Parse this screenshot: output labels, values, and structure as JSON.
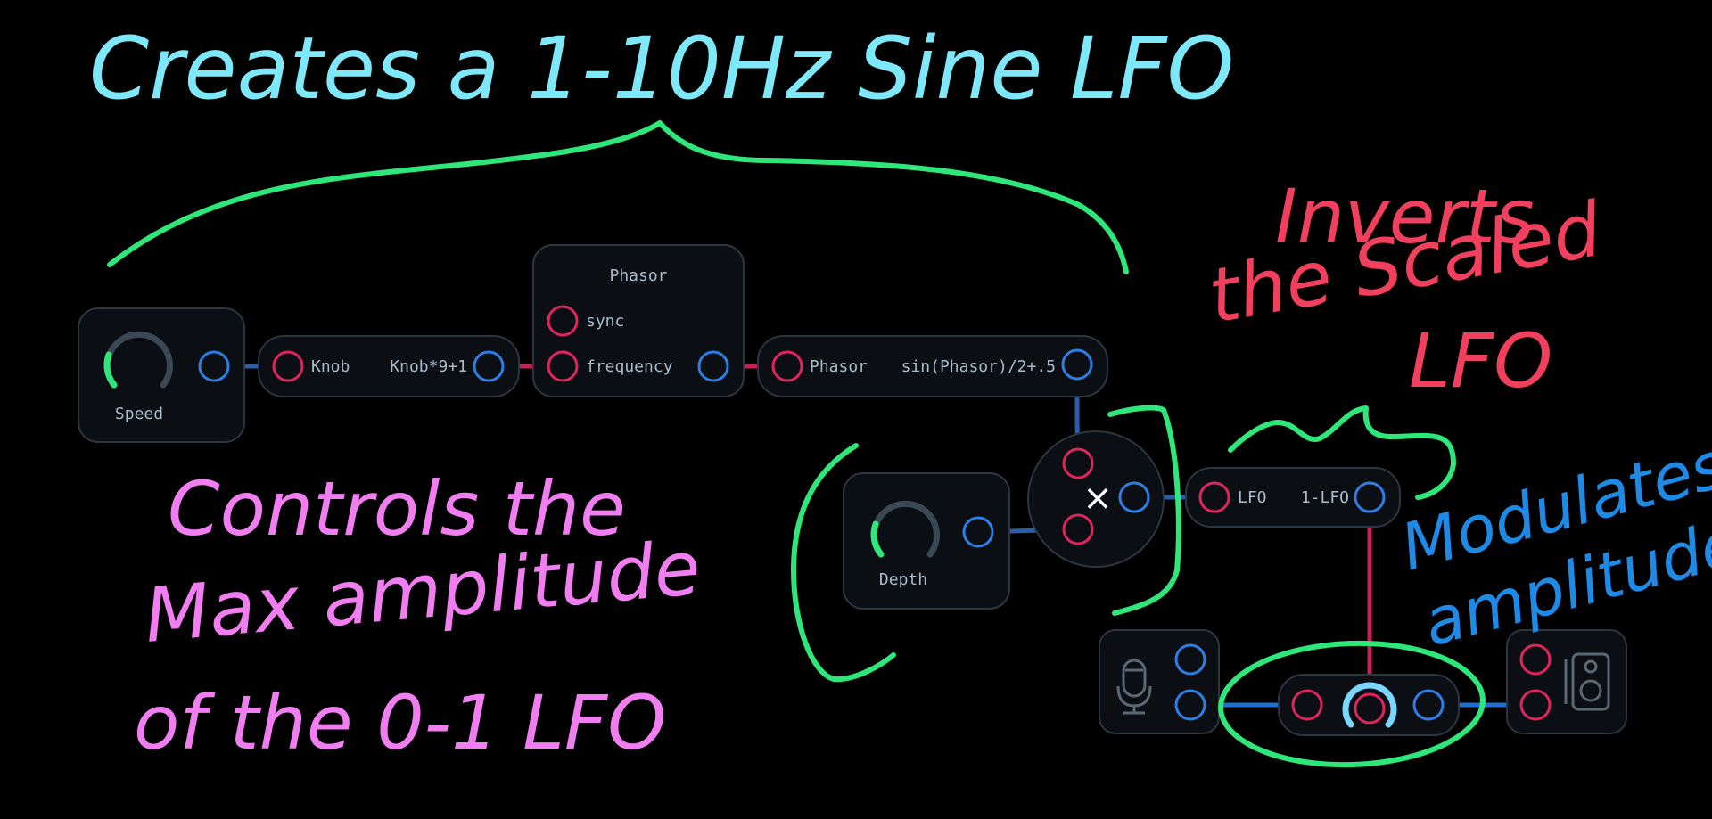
{
  "nodes": {
    "speed": {
      "label": "Speed"
    },
    "knob_expr": {
      "input": "Knob",
      "output": "Knob*9+1"
    },
    "phasor": {
      "title": "Phasor",
      "port_sync": "sync",
      "port_frequency": "frequency"
    },
    "phasor_expr": {
      "input": "Phasor",
      "output": "sin(Phasor)/2+.5"
    },
    "depth": {
      "label": "Depth"
    },
    "multiply": {
      "symbol": "×"
    },
    "invert_expr": {
      "input": "LFO",
      "output": "1-LFO"
    }
  },
  "annotations": {
    "top": "Creates a 1-10Hz Sine LFO",
    "controls": [
      "Controls the",
      "Max amplitude",
      "of the 0-1 LFO"
    ],
    "inverts": [
      "Inverts",
      "the Scaled",
      "LFO"
    ],
    "modulates": [
      "Modulates",
      "amplitude"
    ]
  },
  "icons": {
    "mic": "microphone-icon",
    "speaker": "speaker-icon"
  },
  "colors": {
    "annotation_cyan": "#7ee8f8",
    "annotation_pink": "#f07ef0",
    "annotation_red": "#f0405e",
    "annotation_blue": "#1e8ae6",
    "annotation_green": "#2ee67a",
    "port_in": "#e0245e",
    "port_out": "#2f7ee6"
  }
}
